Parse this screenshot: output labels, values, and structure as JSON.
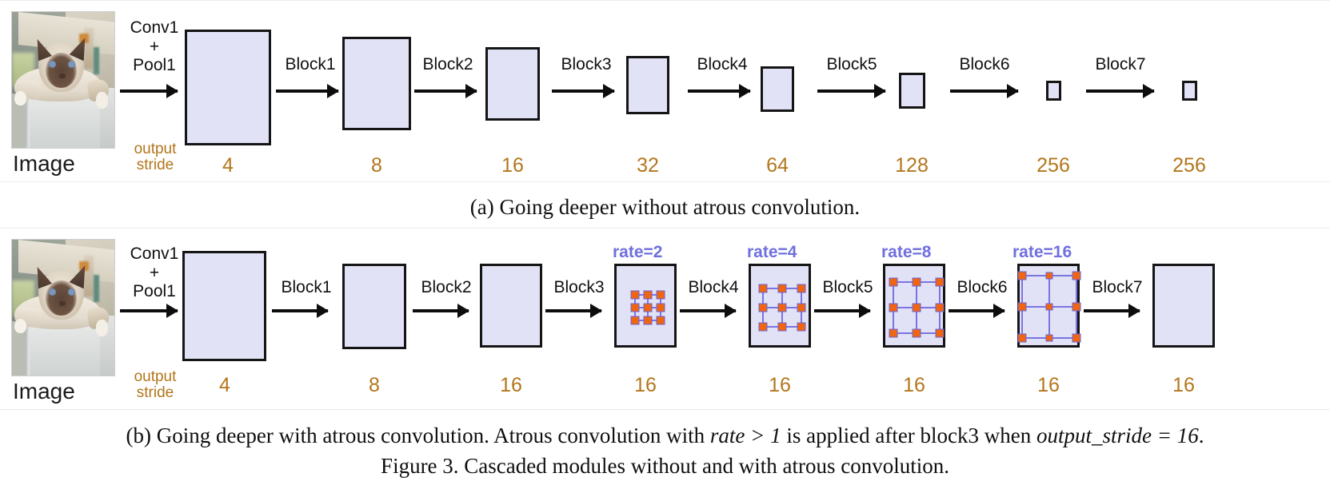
{
  "figure": {
    "number": "Figure 3.",
    "caption_main": "Figure 3. Cascaded modules without and with atrous convolution.",
    "caption_a": "(a) Going deeper without atrous convolution.",
    "caption_b_prefix": "(b) Going deeper with atrous convolution. Atrous convolution with ",
    "caption_b_math1": "rate > 1",
    "caption_b_middle": " is applied after block3 when ",
    "caption_b_math2": "output_stride = 16",
    "caption_b_suffix": "."
  },
  "colors": {
    "feature_map_fill": "#e2e2f7",
    "feature_map_border": "#151515",
    "stride_text": "#b3761b",
    "rate_text": "#6f6fe0",
    "kernel_dot": "#ef6511",
    "kernel_grid_line": "#7b74e0",
    "arrow": "#0d0d0d"
  },
  "common": {
    "image_label": "Image",
    "stride_word_line1": "output",
    "stride_word_line2": "stride",
    "first_arrow_label": "Conv1\n+\nPool1",
    "image_alt": "photo-of-cat-resting-on-white-cabinet"
  },
  "panel_a": {
    "id": "a",
    "arrow_labels": [
      "Conv1\n+\nPool1",
      "Block1",
      "Block2",
      "Block3",
      "Block4",
      "Block5",
      "Block6",
      "Block7"
    ],
    "strides": [
      "4",
      "8",
      "16",
      "32",
      "64",
      "128",
      "256",
      "256"
    ],
    "blocks": [
      {
        "name": "block-output-1",
        "stride": "4",
        "w": 108,
        "h": 145
      },
      {
        "name": "block-output-2",
        "stride": "8",
        "w": 86,
        "h": 117
      },
      {
        "name": "block-output-3",
        "stride": "16",
        "w": 68,
        "h": 92
      },
      {
        "name": "block-output-4",
        "stride": "32",
        "w": 54,
        "h": 73
      },
      {
        "name": "block-output-5",
        "stride": "64",
        "w": 42,
        "h": 57
      },
      {
        "name": "block-output-6",
        "stride": "128",
        "w": 33,
        "h": 45
      },
      {
        "name": "block-output-7",
        "stride": "256",
        "w": 19,
        "h": 25
      },
      {
        "name": "block-output-8",
        "stride": "256",
        "w": 19,
        "h": 25
      }
    ]
  },
  "panel_b": {
    "id": "b",
    "arrow_labels": [
      "Conv1\n+\nPool1",
      "Block1",
      "Block2",
      "Block3",
      "Block4",
      "Block5",
      "Block6",
      "Block7"
    ],
    "strides": [
      "4",
      "8",
      "16",
      "16",
      "16",
      "16",
      "16",
      "16"
    ],
    "rate_labels": [
      "rate=2",
      "rate=4",
      "rate=8",
      "rate=16"
    ],
    "blocks": [
      {
        "name": "block-output-1",
        "stride": "4",
        "rate": null,
        "w": 105,
        "h": 138
      },
      {
        "name": "block-output-2",
        "stride": "8",
        "rate": null,
        "w": 80,
        "h": 107
      },
      {
        "name": "block-output-3",
        "stride": "16",
        "rate": null,
        "w": 78,
        "h": 105
      },
      {
        "name": "block-output-4",
        "stride": "16",
        "rate": "rate=2",
        "w": 78,
        "h": 105
      },
      {
        "name": "block-output-5",
        "stride": "16",
        "rate": "rate=4",
        "w": 78,
        "h": 105
      },
      {
        "name": "block-output-6",
        "stride": "16",
        "rate": "rate=8",
        "w": 78,
        "h": 105
      },
      {
        "name": "block-output-7",
        "stride": "16",
        "rate": "rate=16",
        "w": 78,
        "h": 105
      },
      {
        "name": "block-output-8",
        "stride": "16",
        "rate": null,
        "w": 78,
        "h": 105
      }
    ]
  }
}
